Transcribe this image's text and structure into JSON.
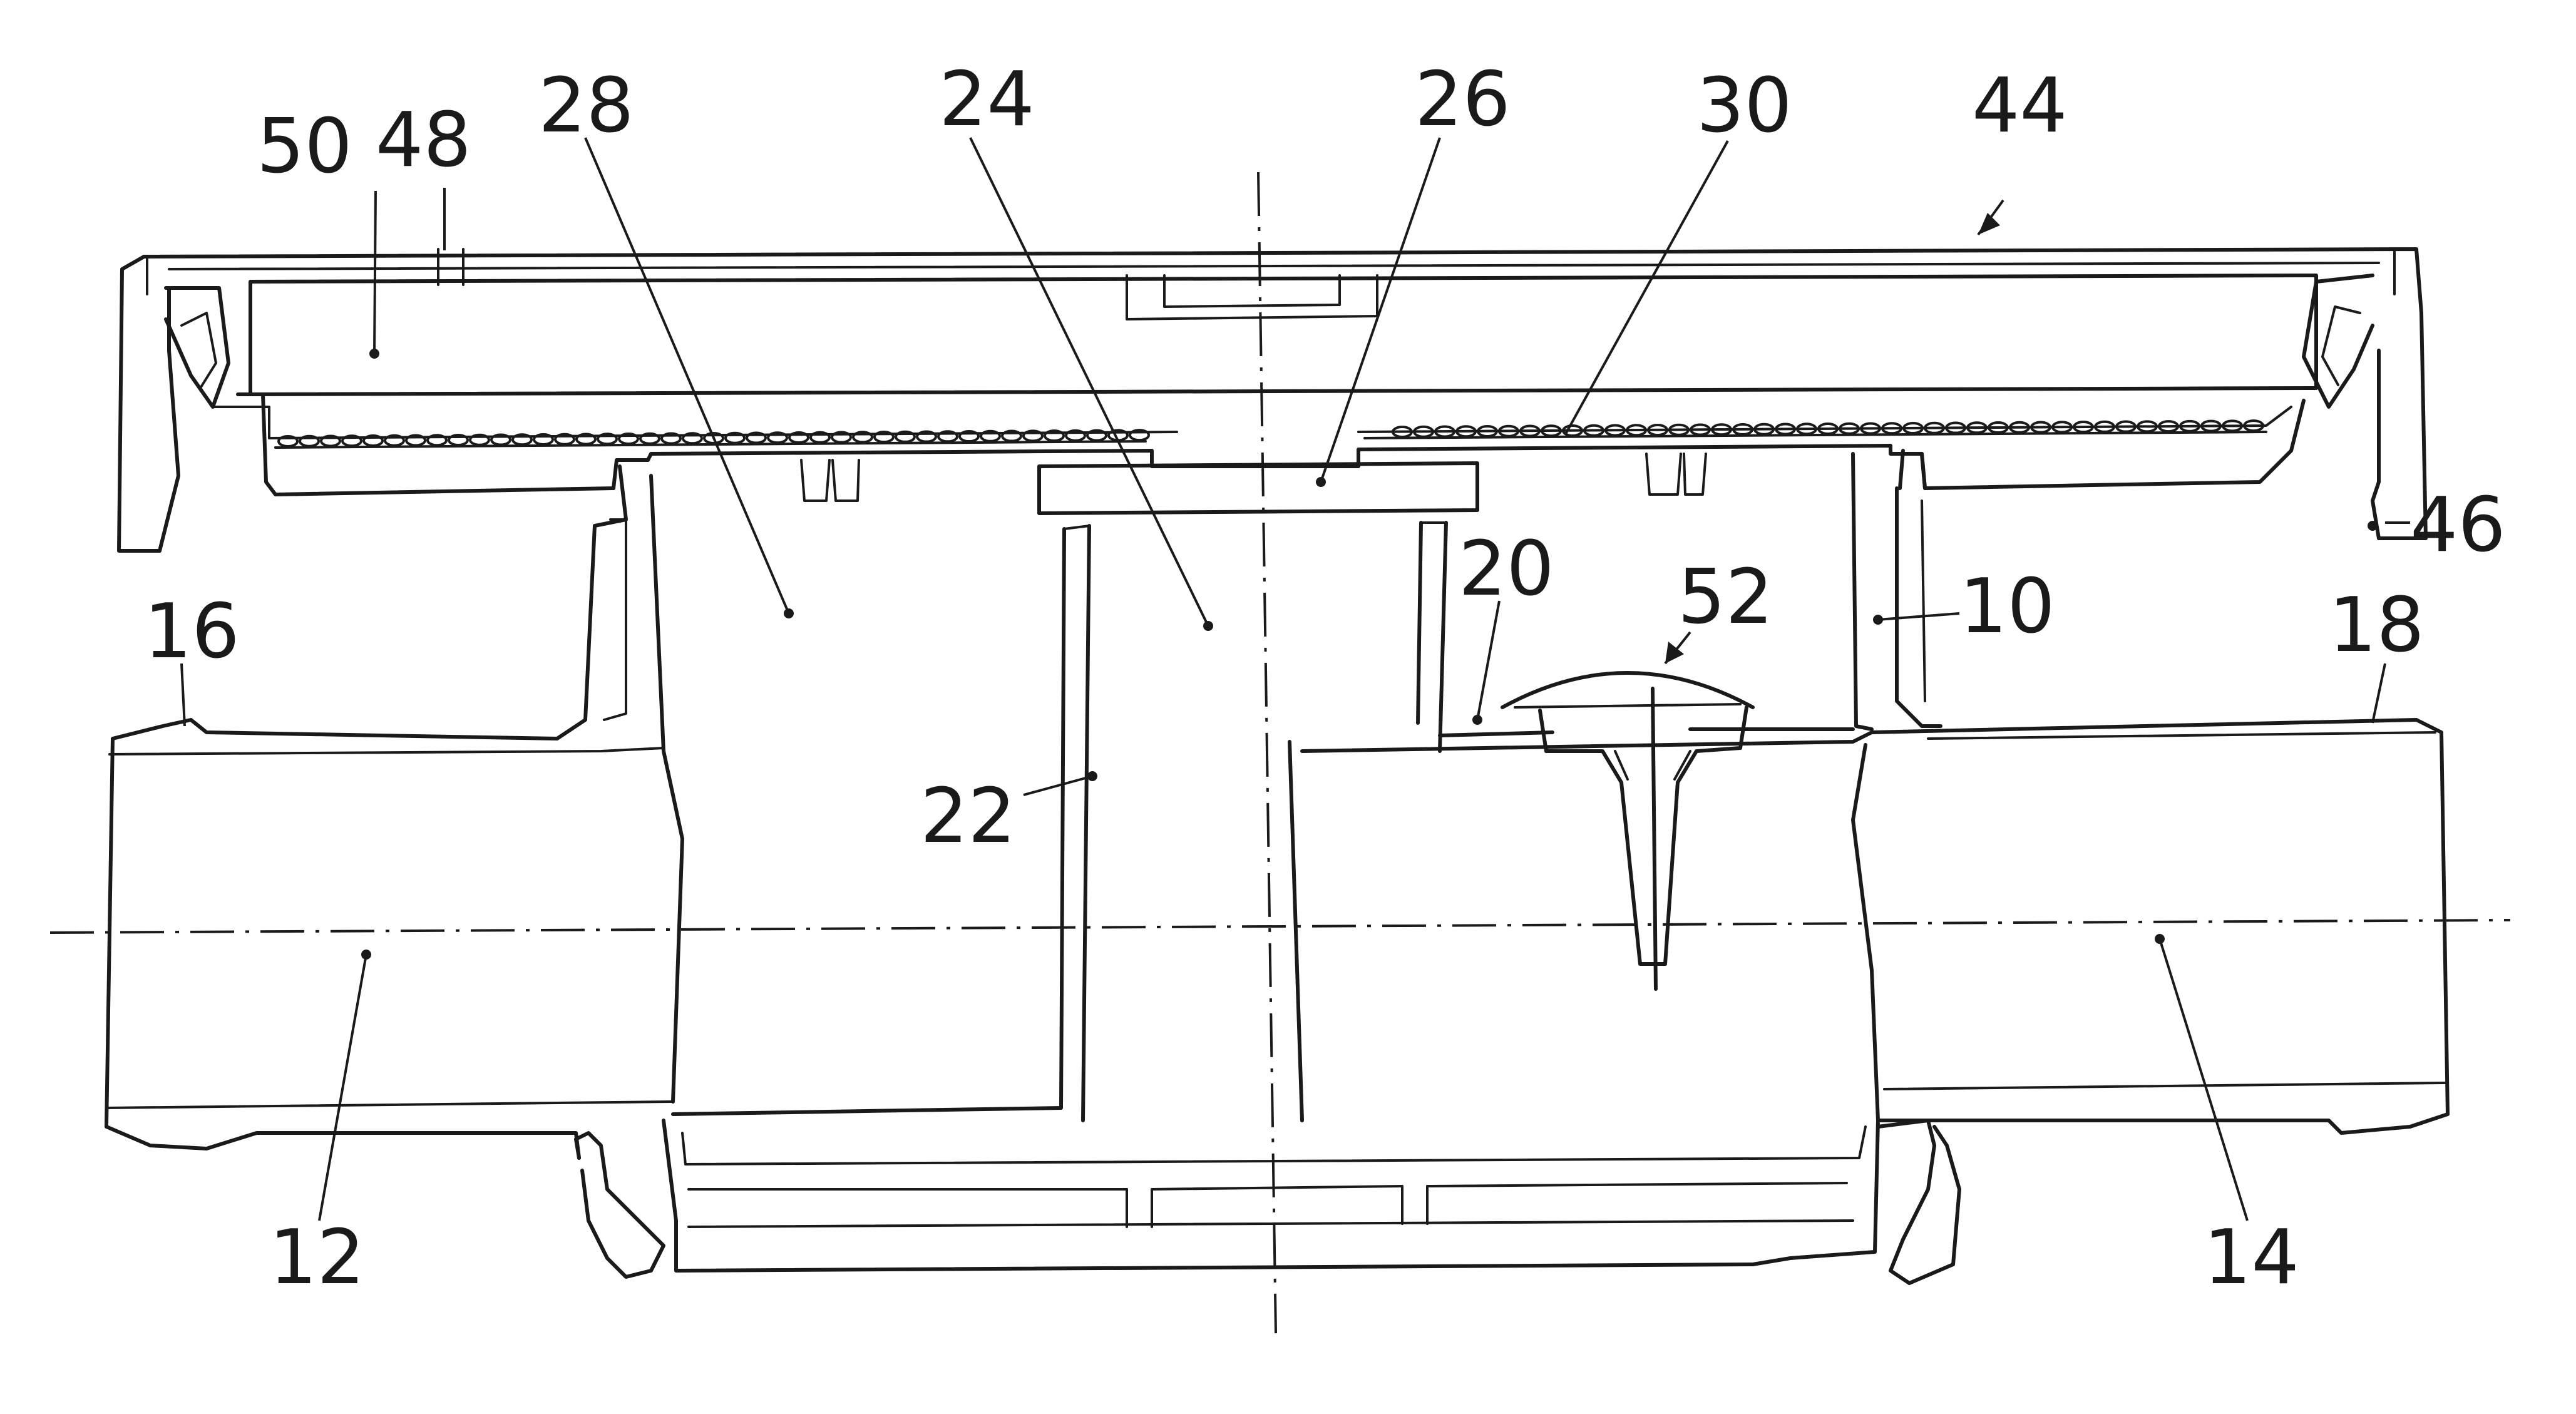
{
  "figure": {
    "labels": {
      "l50": "50",
      "l48": "48",
      "l28": "28",
      "l24": "24",
      "l26": "26",
      "l30": "30",
      "l44": "44",
      "l46": "46",
      "l16": "16",
      "l20": "20",
      "l52": "52",
      "l10": "10",
      "l18": "18",
      "l22": "22",
      "l12": "12",
      "l14": "14"
    }
  }
}
